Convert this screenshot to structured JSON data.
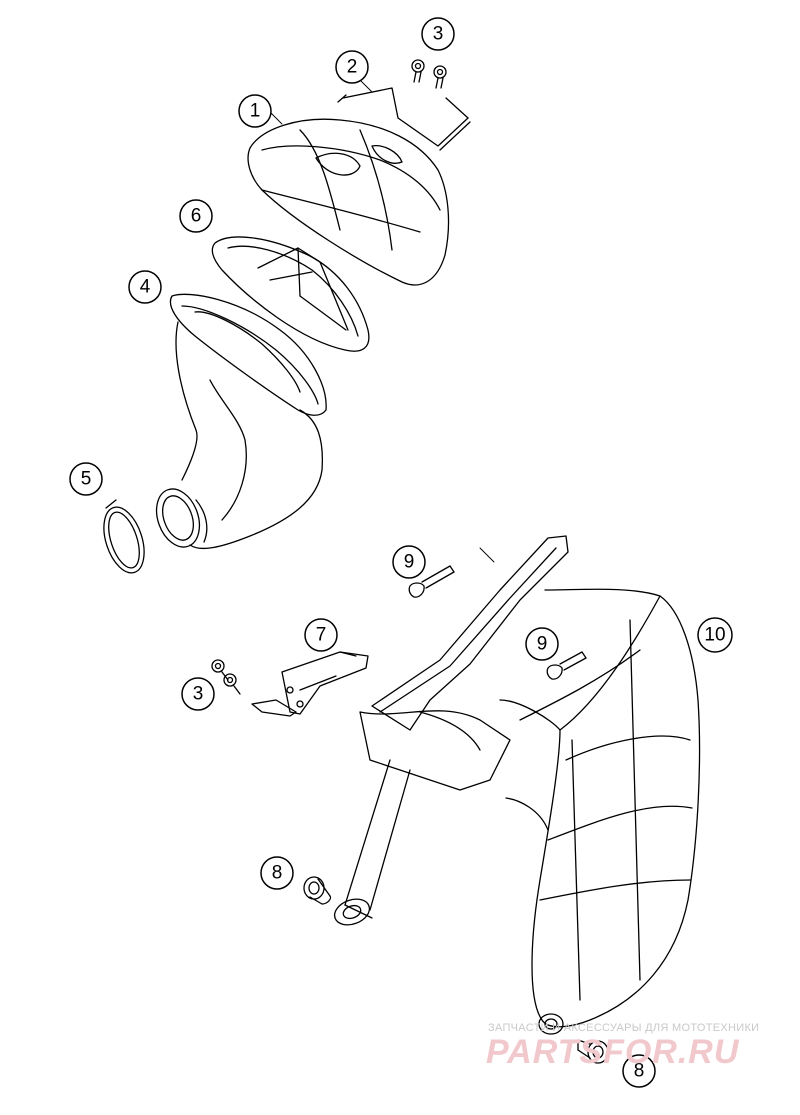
{
  "callouts": [
    {
      "label": "1"
    },
    {
      "label": "2"
    },
    {
      "label": "3"
    },
    {
      "label": "4"
    },
    {
      "label": "5"
    },
    {
      "label": "6"
    },
    {
      "label": "9"
    },
    {
      "label": "7"
    },
    {
      "label": "9"
    },
    {
      "label": "10"
    },
    {
      "label": "3"
    },
    {
      "label": "8"
    },
    {
      "label": "8"
    }
  ],
  "watermark": {
    "tagline": "ЗАПЧАСТИ И АКСЕССУАРЫ ДЛЯ МОТОТЕХНИКИ",
    "logo": "PARTSFOR.RU"
  },
  "colors": {
    "line": "#000000",
    "watermark_text": "#c9c9c9",
    "watermark_logo": "#f1c8cc"
  }
}
